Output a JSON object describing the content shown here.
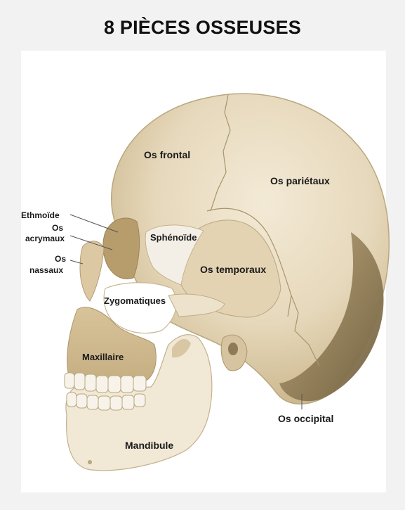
{
  "title": "8 PIÈCES OSSEUSES",
  "labels": {
    "os_frontal": "Os frontal",
    "os_parietaux": "Os pariétaux",
    "ethmoide": "Ethmoïde",
    "os_lacrymaux_1": "Os",
    "os_lacrymaux_2": "acrymaux",
    "os_nasaux_1": "Os",
    "os_nasaux_2": "nassaux",
    "sphenoide": "Sphénoïde",
    "os_temporaux": "Os temporaux",
    "zygomatiques": "Zygomatiques",
    "maxillaire": "Maxillaire",
    "os_occipital": "Os occipital",
    "mandibule": "Mandibule"
  },
  "colors": {
    "bone": "#e9dcc2",
    "bone_shadow": "#cdbb97",
    "occipital_shadow": "#8e7a55",
    "sphenoid": "#f4efe6",
    "zygomatic": "#ffffff",
    "teeth": "#f7f3ea"
  }
}
